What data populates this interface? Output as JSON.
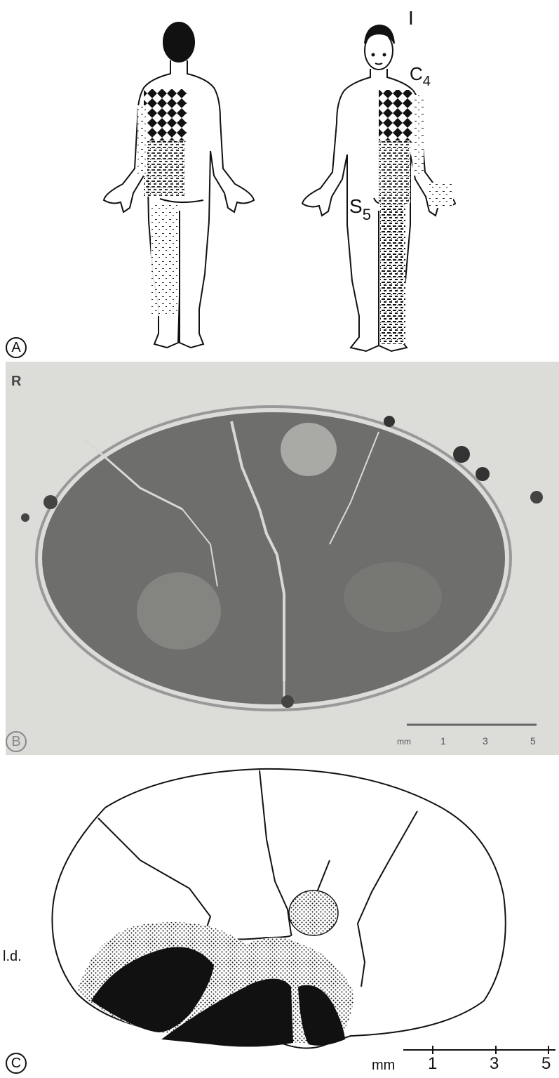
{
  "panel_a": {
    "letter": "A",
    "top_label": "I",
    "c_label": "C",
    "c_sub": "4",
    "s_label": "S",
    "s_sub": "5"
  },
  "panel_b": {
    "letter": "B",
    "side_marker": "R",
    "scale": {
      "unit": "mm",
      "ticks": [
        "1",
        "3",
        "5"
      ]
    }
  },
  "panel_c": {
    "letter": "C",
    "side_label": "l.d.",
    "scale": {
      "unit": "mm",
      "ticks": [
        "1",
        "3",
        "5"
      ]
    }
  },
  "colors": {
    "ink": "#111111",
    "photo_bg": "#dcdcd9",
    "tissue": "#6e6e6c",
    "tissue_light": "#a9a9a5"
  }
}
